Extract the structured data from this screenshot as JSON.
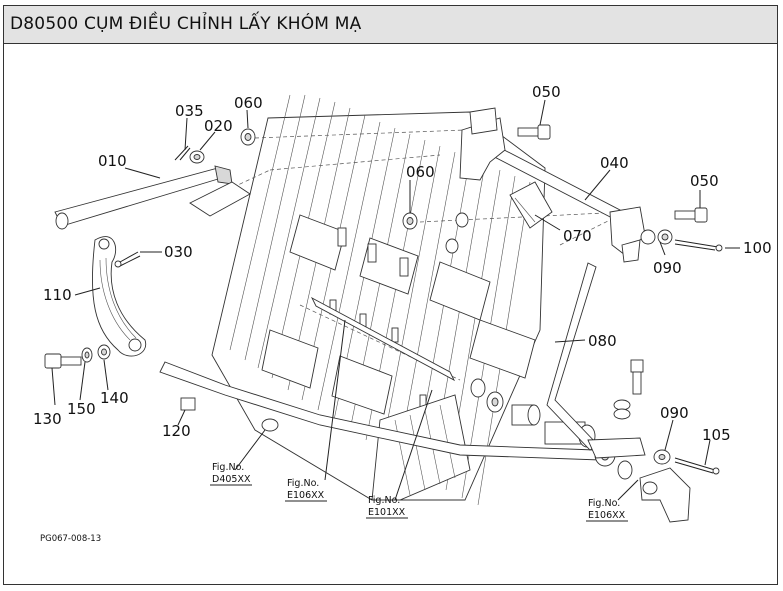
{
  "title": "D80500 CỤM ĐIỀU CHỈNH LẤY KHÓM MẠ",
  "drawing_code": "PG067-008-13",
  "callouts": {
    "p010": "010",
    "p020": "020",
    "p030": "030",
    "p035": "035",
    "p040": "040",
    "p050a": "050",
    "p050b": "050",
    "p060a": "060",
    "p060b": "060",
    "p070": "070",
    "p080": "080",
    "p090a": "090",
    "p090b": "090",
    "p100": "100",
    "p105": "105",
    "p110": "110",
    "p120": "120",
    "p130": "130",
    "p140": "140",
    "p150": "150"
  },
  "fig_refs": [
    {
      "label": "Fig.No.",
      "code": "D405XX"
    },
    {
      "label": "Fig.No.",
      "code": "E106XX"
    },
    {
      "label": "Fig.No.",
      "code": "E101XX"
    },
    {
      "label": "Fig.No.",
      "code": "E106XX"
    }
  ]
}
